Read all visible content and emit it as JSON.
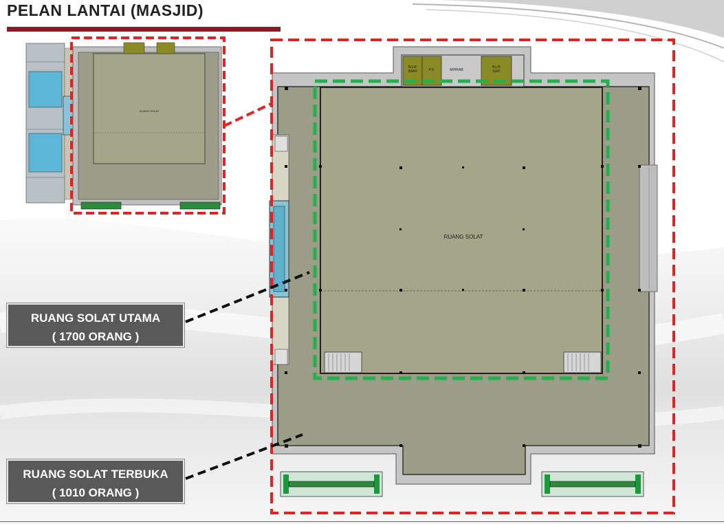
{
  "title": "PELAN LANTAI (MASJID)",
  "colors": {
    "title_bar": "#8e1b21",
    "highlight_outer": "#e32222",
    "highlight_inner": "#22b14c",
    "floor_main": "#a3a688",
    "floor_open": "#9c9d86",
    "office": "#8b8b25",
    "ablution": "#86c5d8",
    "callout": "#595959"
  },
  "key_plan": {
    "prayer_hall": "RUANG SOLAT"
  },
  "main_plan": {
    "prayer_hall": "RUANG SOLAT",
    "rooms": [
      {
        "label": "BILIK\nIMAM"
      },
      {
        "label": "P.S."
      },
      {
        "label": "MIHRAB"
      },
      {
        "label": "BILIK\nSIAK"
      }
    ]
  },
  "callouts": [
    {
      "line1": "RUANG SOLAT UTAMA",
      "line2": "( 1700 ORANG )"
    },
    {
      "line1": "RUANG SOLAT TERBUKA",
      "line2": "( 1010 ORANG )"
    }
  ]
}
